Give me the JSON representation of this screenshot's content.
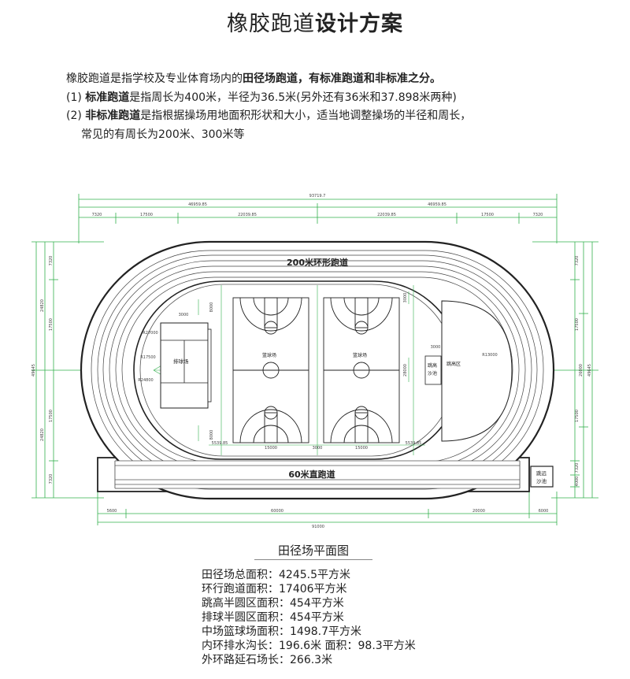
{
  "title": {
    "regular": "橡胶跑道",
    "bold": "设计方案"
  },
  "intro": {
    "l1_a": "橡胶跑道是指学校及专业体育场内的",
    "l1_b": "田径场跑道，有标准跑道和非标准之分。",
    "l2_prefix": "(1) ",
    "l2_bold": "标准跑道",
    "l2_rest": "是指周长为400米，半径为36.5米(另外还有36米和37.898米两种)",
    "l3_prefix": "(2) ",
    "l3_bold": "非标准跑道",
    "l3_rest": "是指根据操场用地面积形状和大小，适当地调整操场的半径和周长，",
    "l4": "常见的有周长为200米、300米等"
  },
  "plan": {
    "track_label": "200米环形跑道",
    "straight_label": "60米直跑道",
    "volleyball": "排球场",
    "basketball": "篮球场",
    "high_jump_pit": "跳高沙池",
    "high_jump_area": "跳高区",
    "long_jump_pit": "跳远沙池",
    "dims_top": {
      "total": "93719.7",
      "half": "46959.85",
      "seg_a": "7320",
      "seg_b": "17500",
      "seg_c": "22039.85"
    },
    "dims_bottom": {
      "seg_a": "5600",
      "seg_b": "60000",
      "seg_c": "20000",
      "seg_d": "6000",
      "total": "91000"
    },
    "dims_side": {
      "total": "49645",
      "half": "24820",
      "seg_a": "7320",
      "seg_b": "17500",
      "mid": "26000",
      "lane": "4000"
    },
    "dims_inner": {
      "w3000": "3000",
      "h8000": "8000",
      "h28000": "28000",
      "edge": "5539.85",
      "court": "15000",
      "gap": "3000",
      "r1": "R27000",
      "r2": "R17500",
      "r3": "R24800",
      "r4": "R13000"
    }
  },
  "caption": "田径场平面图",
  "stats": [
    "田径场总面积：4245.5平方米",
    "环行跑道面积：17406平方米",
    "跳高半圆区面积：454平方米",
    "排球半圆区面积：454平方米",
    "中场篮球场面积：1498.7平方米",
    "内环排水沟长：196.6米 面积：98.3平方米",
    "外环路延石场长：266.3米"
  ]
}
